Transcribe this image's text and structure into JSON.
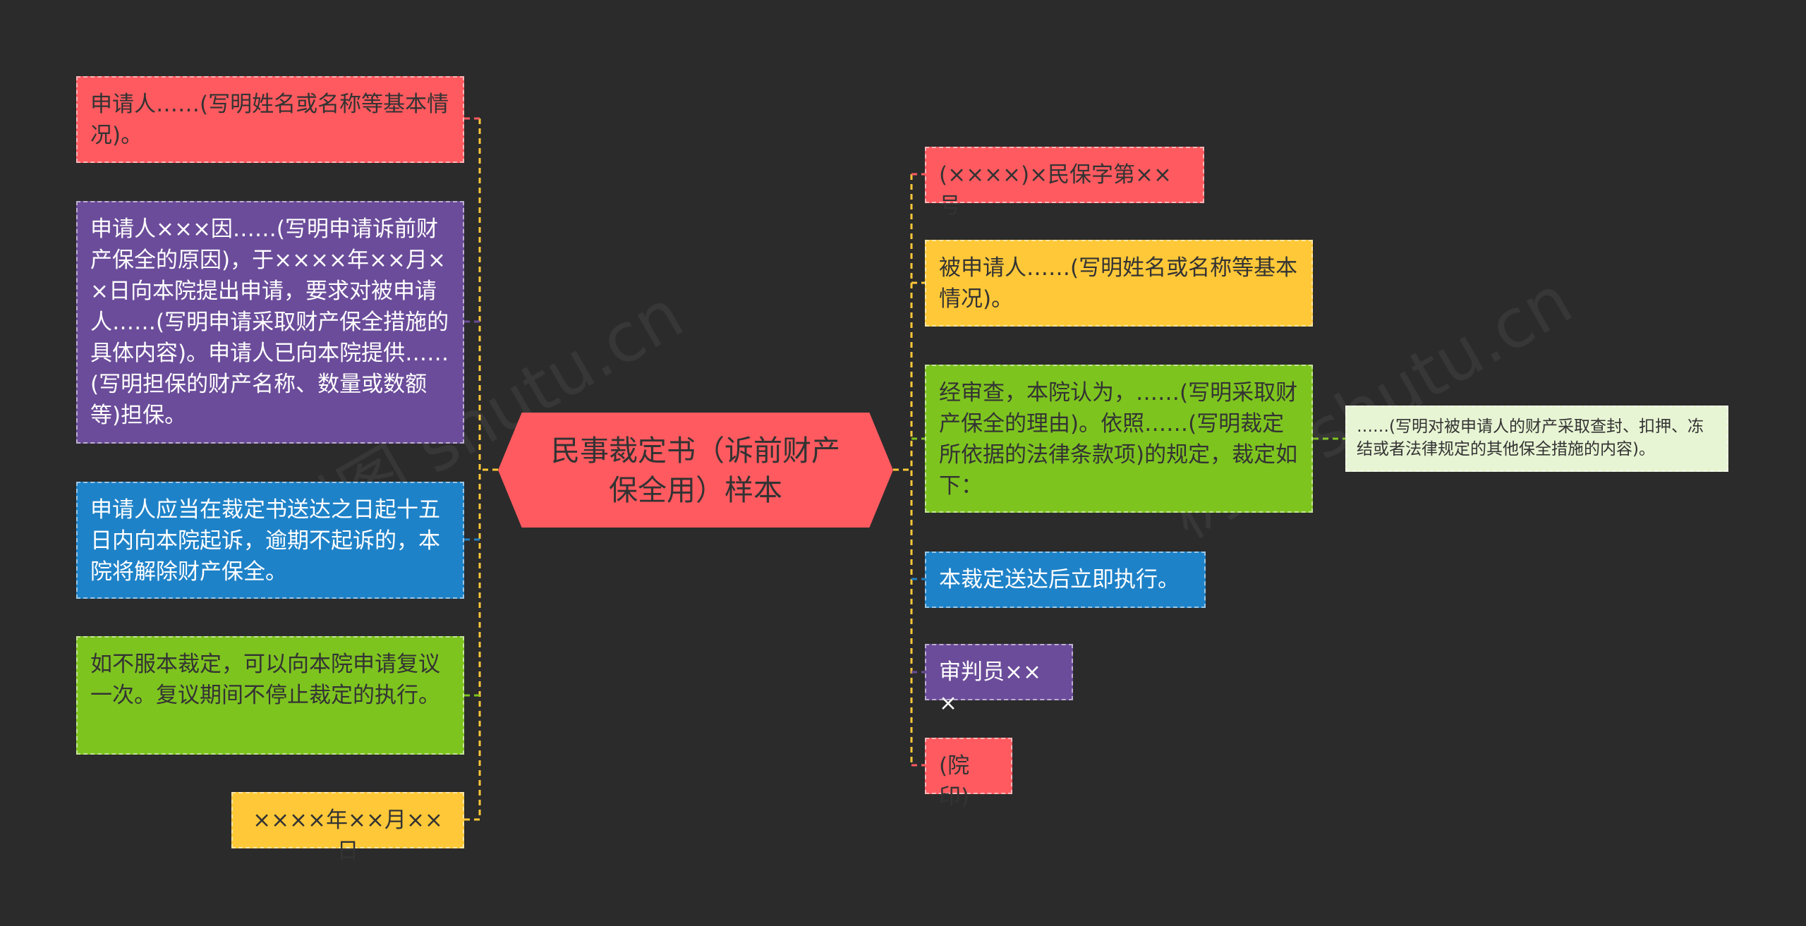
{
  "central": {
    "text": "民事裁定书（诉前财产保全用）样本",
    "color": "#ff5a5f"
  },
  "left_nodes": [
    {
      "text": "申请人……(写明姓名或名称等基本情况)。",
      "color": "#ff5a5f"
    },
    {
      "text": "申请人×××因……(写明申请诉前财产保全的原因)，于××××年××月××日向本院提出申请，要求对被申请人……(写明申请采取财产保全措施的具体内容)。申请人已向本院提供……(写明担保的财产名称、数量或数额等)担保。",
      "color": "#6b4c9a"
    },
    {
      "text": "申请人应当在裁定书送达之日起十五日内向本院起诉，逾期不起诉的，本院将解除财产保全。",
      "color": "#1e82c8"
    },
    {
      "text": "如不服本裁定，可以向本院申请复议一次。复议期间不停止裁定的执行。",
      "color": "#7ec41f"
    },
    {
      "text": "××××年××月××日",
      "color": "#ffc838"
    }
  ],
  "right_nodes": [
    {
      "text": "(××××)×民保字第××号",
      "color": "#ff5a5f"
    },
    {
      "text": "被申请人……(写明姓名或名称等基本情况)。",
      "color": "#ffc838"
    },
    {
      "text": "经审查，本院认为，……(写明采取财产保全的理由)。依照……(写明裁定所依据的法律条款项)的规定，裁定如下：",
      "color": "#7ec41f"
    },
    {
      "text": "本裁定送达后立即执行。",
      "color": "#1e82c8"
    },
    {
      "text": "审判员×××",
      "color": "#6b4c9a"
    },
    {
      "text": "(院印)",
      "color": "#ff5a5f"
    }
  ],
  "sub_node": {
    "text": "……(写明对被申请人的财产采取查封、扣押、冻结或者法律规定的其他保全措施的内容)。",
    "color": "#e8f5d4"
  },
  "watermark": "树图 shutu.cn"
}
